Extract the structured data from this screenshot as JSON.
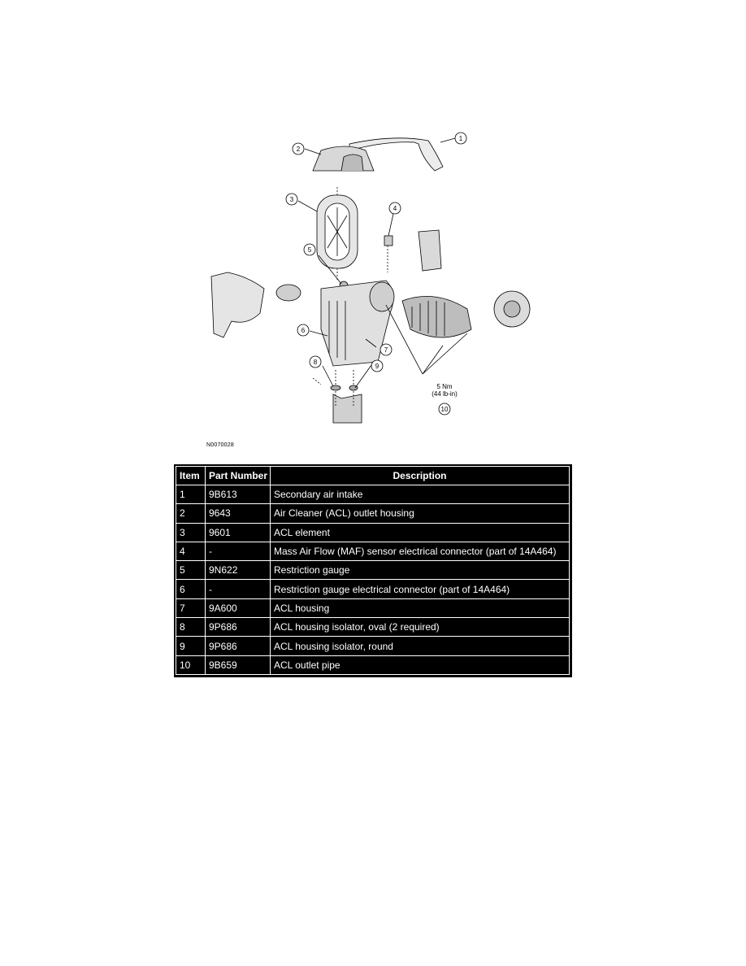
{
  "figure": {
    "callouts": [
      "1",
      "2",
      "3",
      "4",
      "5",
      "6",
      "7",
      "8",
      "9",
      "10"
    ],
    "torque_value": "5 Nm",
    "torque_value_alt": "(44 lb-in)",
    "figure_id": "N0070028"
  },
  "parts_table": {
    "headers": {
      "item": "Item",
      "part_number": "Part Number",
      "description": "Description"
    },
    "rows": [
      {
        "item": "1",
        "part_number": "9B613",
        "description": "Secondary air intake"
      },
      {
        "item": "2",
        "part_number": "9643",
        "description": "Air Cleaner (ACL) outlet housing"
      },
      {
        "item": "3",
        "part_number": "9601",
        "description": "ACL element"
      },
      {
        "item": "4",
        "part_number": "-",
        "description": "Mass Air Flow (MAF) sensor electrical connector (part of 14A464)"
      },
      {
        "item": "5",
        "part_number": "9N622",
        "description": "Restriction gauge"
      },
      {
        "item": "6",
        "part_number": "-",
        "description": "Restriction gauge electrical connector (part of 14A464)"
      },
      {
        "item": "7",
        "part_number": "9A600",
        "description": "ACL housing"
      },
      {
        "item": "8",
        "part_number": "9P686",
        "description": "ACL housing isolator, oval (2 required)"
      },
      {
        "item": "9",
        "part_number": "9P686",
        "description": "ACL housing isolator, round"
      },
      {
        "item": "10",
        "part_number": "9B659",
        "description": "ACL outlet pipe"
      }
    ]
  }
}
